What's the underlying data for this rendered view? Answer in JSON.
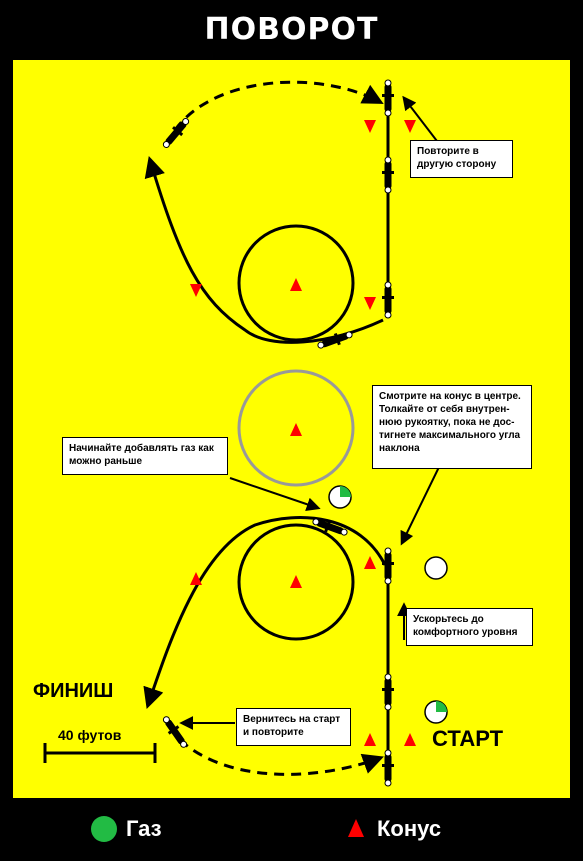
{
  "title": "ПОВОРОТ",
  "notes": {
    "repeat_other_side": "Повторите в другую сторону",
    "look_at_cone": "Смотрите на конус в центре. Толкайте от себя внутрен-нюю рукоятку, пока не дос-тигнете максимального угла наклона",
    "add_throttle": "Начинайте добавлять газ как можно раньше",
    "accelerate": "Ускорьтесь до комфортного уровня",
    "return_start": "Вернитесь на старт и повторите"
  },
  "labels": {
    "finish": "ФИНИШ",
    "start": "СТАРТ",
    "scale": "40 футов"
  },
  "legend": {
    "throttle": "Газ",
    "cone": "Конус"
  },
  "colors": {
    "field": "#ffff00",
    "cone": "#ff0000",
    "throttle": "#22bb44",
    "frame": "#000000"
  }
}
